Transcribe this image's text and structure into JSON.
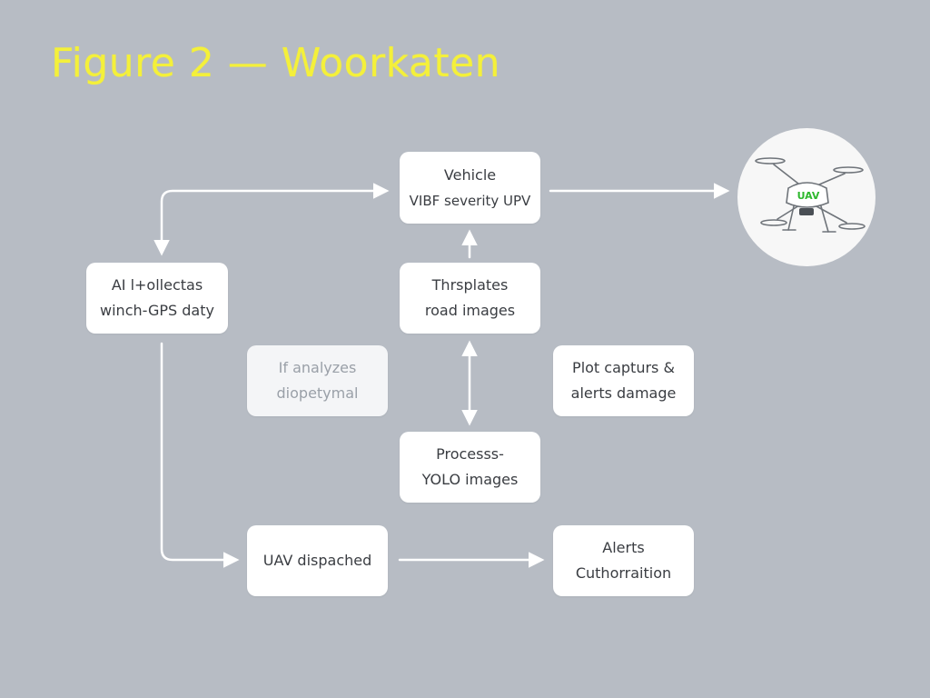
{
  "title": "Figure 2 — Woorkaten",
  "nodes": {
    "vehicle": {
      "line1": "Vehicle",
      "line2": "VIBF severity UPV"
    },
    "ai_collects": {
      "line1": "AI l+ollectas",
      "line2": "winch-GPS daty"
    },
    "transplates": {
      "line1": "Thrsplates",
      "line2": "road images"
    },
    "analyzes": {
      "line1": "If analyzes",
      "line2": "diopetymal"
    },
    "plot_captures": {
      "line1": "Plot capturs &",
      "line2": "alerts damage"
    },
    "process": {
      "line1": "Processs-",
      "line2": "YOLO images"
    },
    "uav_dispatched": {
      "line1": "UAV dispached"
    },
    "alerts": {
      "line1": "Alerts",
      "line2": "Cuthorraition"
    }
  },
  "drone": {
    "icon": "drone-icon",
    "label": "UAV",
    "accent_color": "#2eb82e"
  },
  "colors": {
    "background": "#b7bcc4",
    "title": "#f4f03a",
    "box": "#ffffff",
    "arrow": "#ffffff"
  }
}
